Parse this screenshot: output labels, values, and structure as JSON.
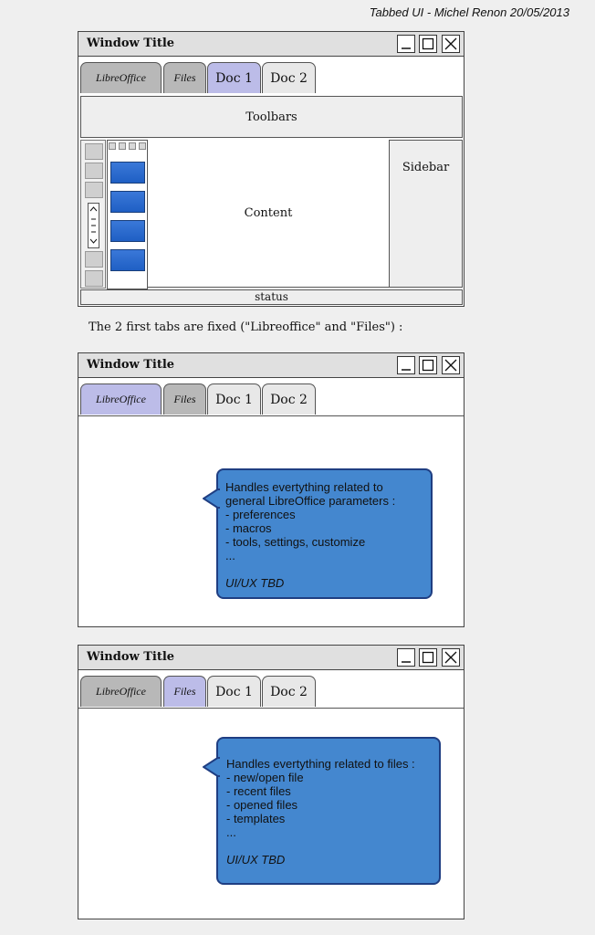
{
  "credit": "Tabbed UI - Michel Renon 20/05/2013",
  "caption": "The 2 first tabs are fixed (\"Libreoffice\" and \"Files\") :",
  "window_title": "Window Title",
  "tabs": {
    "libreoffice": "LibreOffice",
    "files": "Files",
    "doc1": "Doc 1",
    "doc2": "Doc 2"
  },
  "window1": {
    "toolbars": "Toolbars",
    "content": "Content",
    "sidebar": "Sidebar",
    "status": "status",
    "selected_tab": "doc1"
  },
  "window2": {
    "selected_tab": "libreoffice",
    "callout_lines": [
      "Handles evertything related to",
      "general LibreOffice parameters :",
      "- preferences",
      "- macros",
      "- tools, settings, customize",
      "...",
      "",
      "UI/UX TBD"
    ]
  },
  "window3": {
    "selected_tab": "files",
    "callout_lines": [
      "Handles evertything related to files :",
      "- new/open file",
      "- recent files",
      "- opened files",
      "- templates",
      "...",
      "",
      "UI/UX TBD"
    ]
  },
  "colors": {
    "selected_tab": "#bcbce8",
    "fixed_tab": "#b8b8b8",
    "callout": "#4487cf",
    "callout_border": "#1f3e82"
  }
}
